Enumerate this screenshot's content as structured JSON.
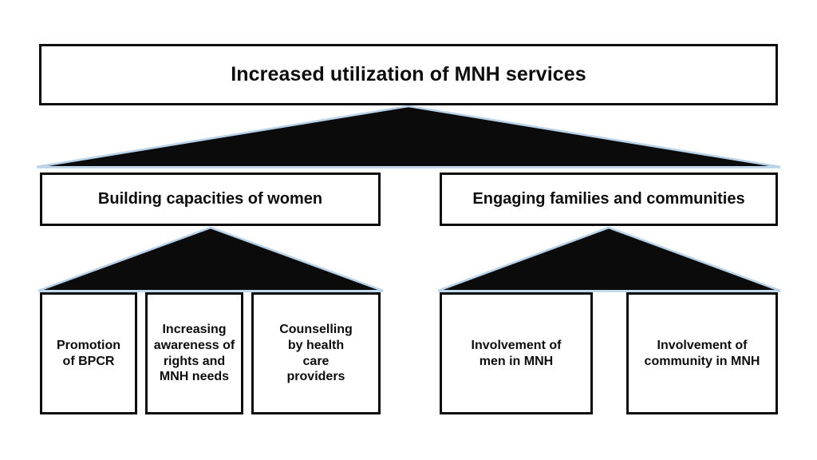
{
  "diagram": {
    "title": "Increased utilization of MNH services",
    "background_color": "#ffffff",
    "box_border_color": "#0d0d0d",
    "box_fill_color": "#ffffff",
    "connector_fill_color": "#0b0b0b",
    "connector_edge_color": "#b9d4ea",
    "levels": {
      "level1": {
        "label": "Increased utilization of MNH services"
      },
      "level2": {
        "left": {
          "label": "Building capacities of women"
        },
        "right": {
          "label": "Engaging families and communities"
        }
      },
      "level3": {
        "left_branch": [
          {
            "label": "Promotion\nof BPCR"
          },
          {
            "label": "Increasing\nawareness of\nrights and\nMNH needs"
          },
          {
            "label": "Counselling\nby health\ncare\nproviders"
          }
        ],
        "right_branch": [
          {
            "label": "Involvement of\nmen in MNH"
          },
          {
            "label": "Involvement of\ncommunity in MNH"
          }
        ]
      }
    },
    "connectors": [
      {
        "name": "top-chevron",
        "from": "level1",
        "to": "level2"
      },
      {
        "name": "left-chevron",
        "from": "level2.left",
        "to": "level3.left_branch"
      },
      {
        "name": "right-chevron",
        "from": "level2.right",
        "to": "level3.right_branch"
      }
    ]
  }
}
